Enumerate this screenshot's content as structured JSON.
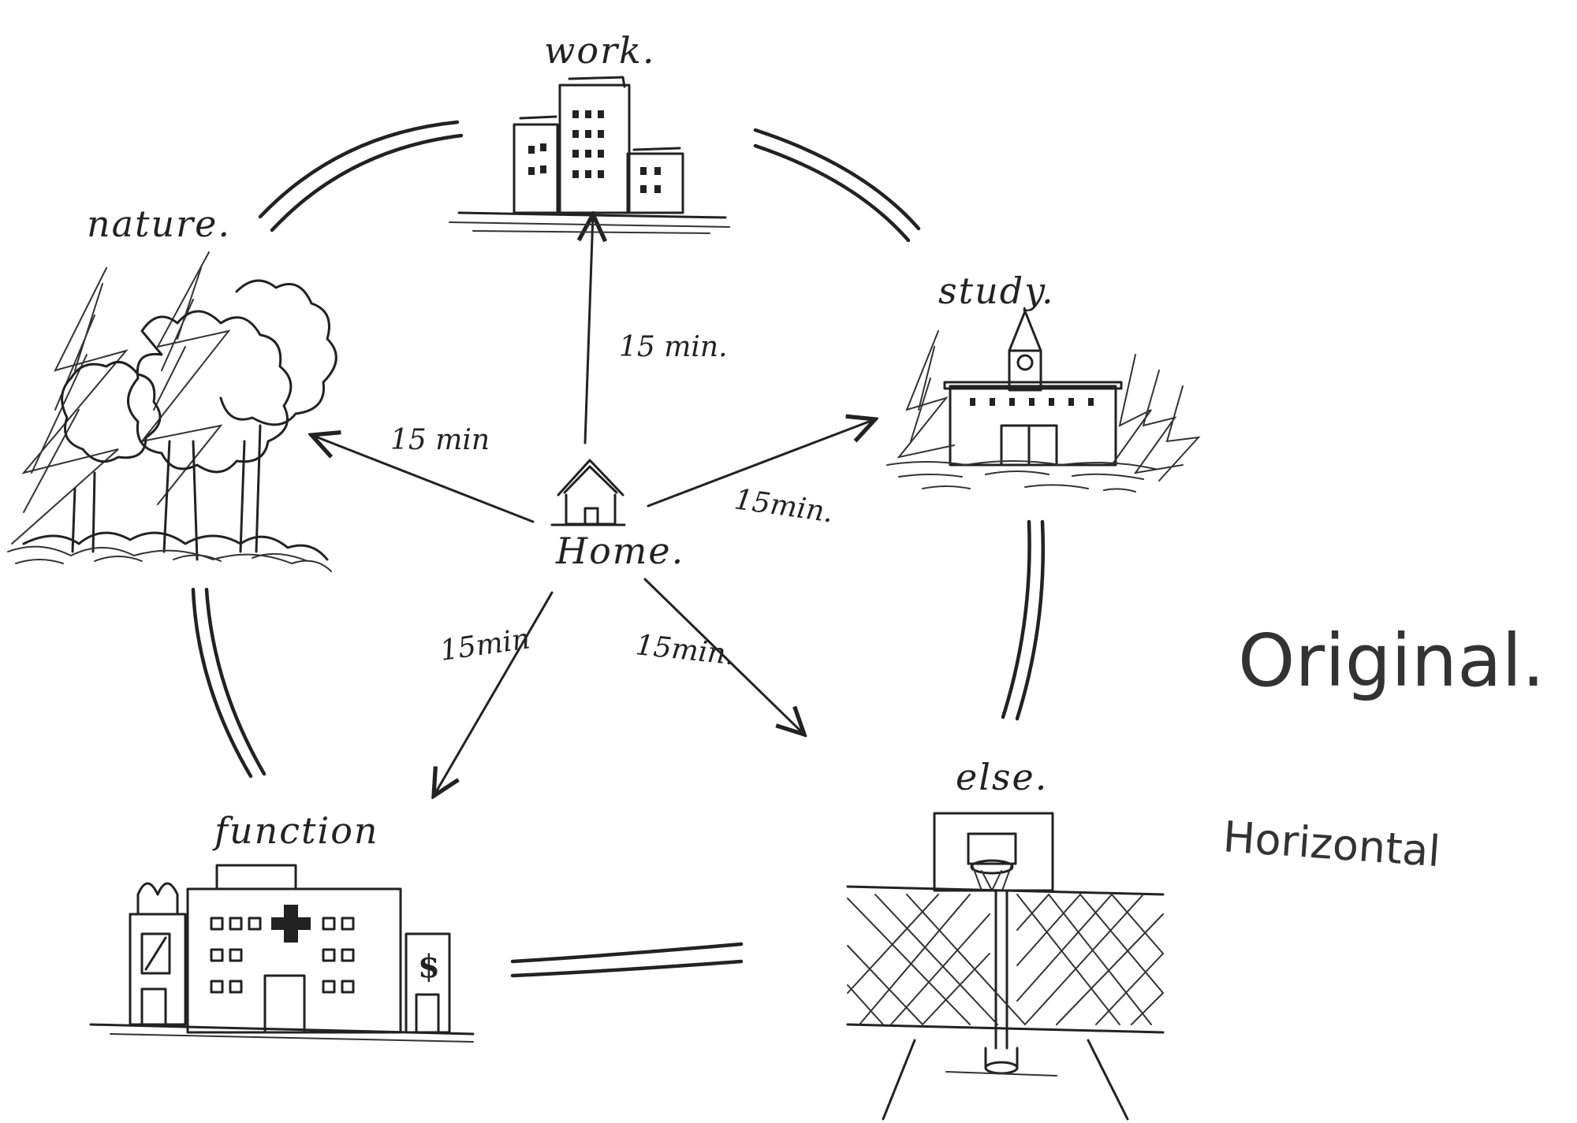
{
  "nodes": {
    "work": "work.",
    "nature": "nature.",
    "study": "study.",
    "home": "Home.",
    "function": "function",
    "else": "else."
  },
  "edges": {
    "home_work": "15 min.",
    "home_nature": "15 min",
    "home_study": "15min.",
    "home_function": "15min",
    "home_else": "15min."
  },
  "notes": {
    "original": "Original.",
    "horizontal": "Horizontal"
  },
  "icons": {
    "home": "house-icon",
    "work": "office-buildings-icon",
    "nature": "forest-icon",
    "study": "school-campus-icon",
    "function": "hospital-shops-icon",
    "else": "basketball-court-icon"
  }
}
